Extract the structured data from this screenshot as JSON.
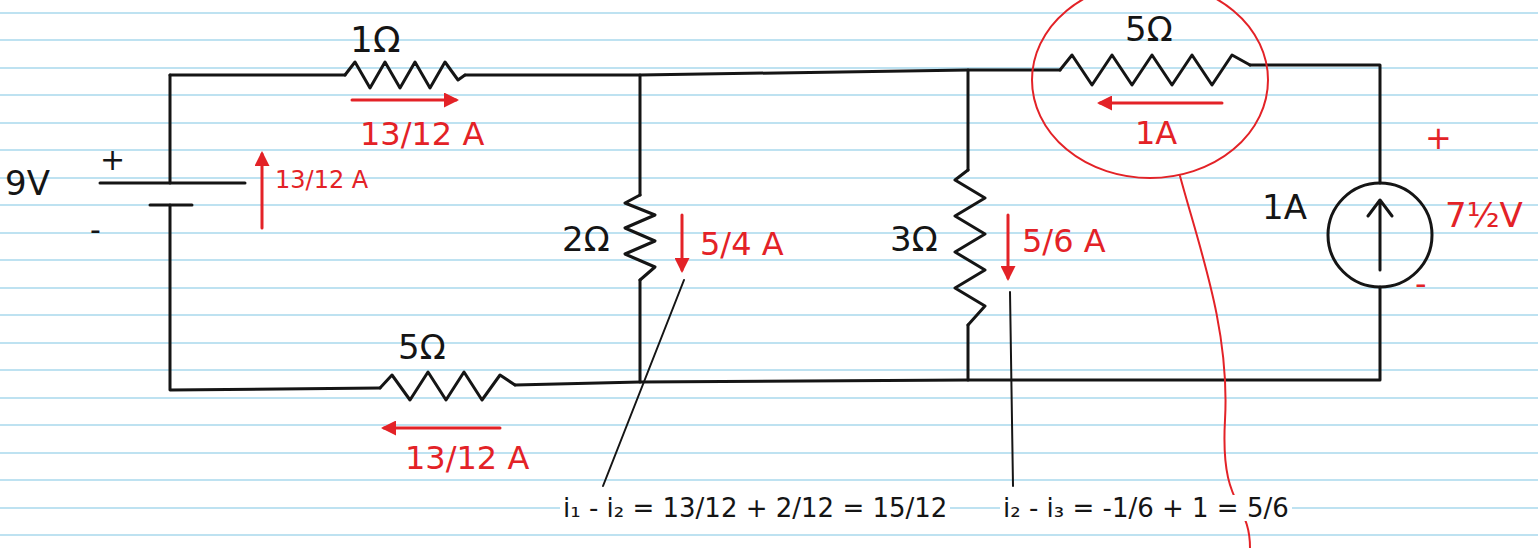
{
  "diagram": {
    "labels": [
      "1Ω",
      "13/12 A",
      "9V",
      "+",
      "-",
      "13/12 A",
      "2Ω",
      "5/4 A",
      "5Ω",
      "13/12 A",
      "3Ω",
      "5/6 A",
      "5Ω",
      "1A",
      "1A",
      "+",
      "7½V",
      "-",
      "i₁ - i₂ = 13/12 + 2/12 = 15/12",
      "i₂ - i₃ = -1/6 + 1 = 5/6"
    ]
  }
}
